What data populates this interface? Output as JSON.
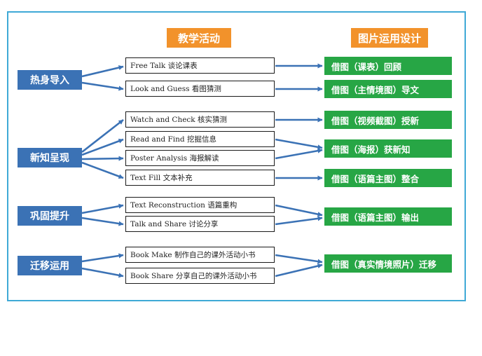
{
  "headers": {
    "activities": "教学活动",
    "design": "图片运用设计"
  },
  "stages": [
    {
      "label": "热身导入"
    },
    {
      "label": "新知呈现"
    },
    {
      "label": "巩固提升"
    },
    {
      "label": "迁移运用"
    }
  ],
  "activities": [
    {
      "label": "Free Talk  谈论课表"
    },
    {
      "label": "Look and Guess  看图猜测"
    },
    {
      "label": "Watch and Check  核实猜测"
    },
    {
      "label": "Read and Find  挖掘信息"
    },
    {
      "label": "Poster Analysis  海报解读"
    },
    {
      "label": "Text Fill  文本补充"
    },
    {
      "label": "Text Reconstruction  语篇重构"
    },
    {
      "label": "Talk and Share  讨论分享"
    },
    {
      "label": "Book Make  制作自己的课外活动小书"
    },
    {
      "label": "Book Share  分享自己的课外活动小书"
    }
  ],
  "designs": [
    {
      "label": "借图（课表）回顾"
    },
    {
      "label": "借图（主情境图）导文"
    },
    {
      "label": "借图（视频截图）授新"
    },
    {
      "label": "借图（海报）获新知"
    },
    {
      "label": "借图（语篇主图）整合"
    },
    {
      "label": "借图（语篇主图）输出"
    },
    {
      "label": "借图（真实情境照片）迁移"
    }
  ],
  "colors": {
    "frame": "#3fa9d6",
    "header": "#f2922b",
    "stage": "#3b72b5",
    "design": "#27a645",
    "arrow": "#3b72b5"
  }
}
